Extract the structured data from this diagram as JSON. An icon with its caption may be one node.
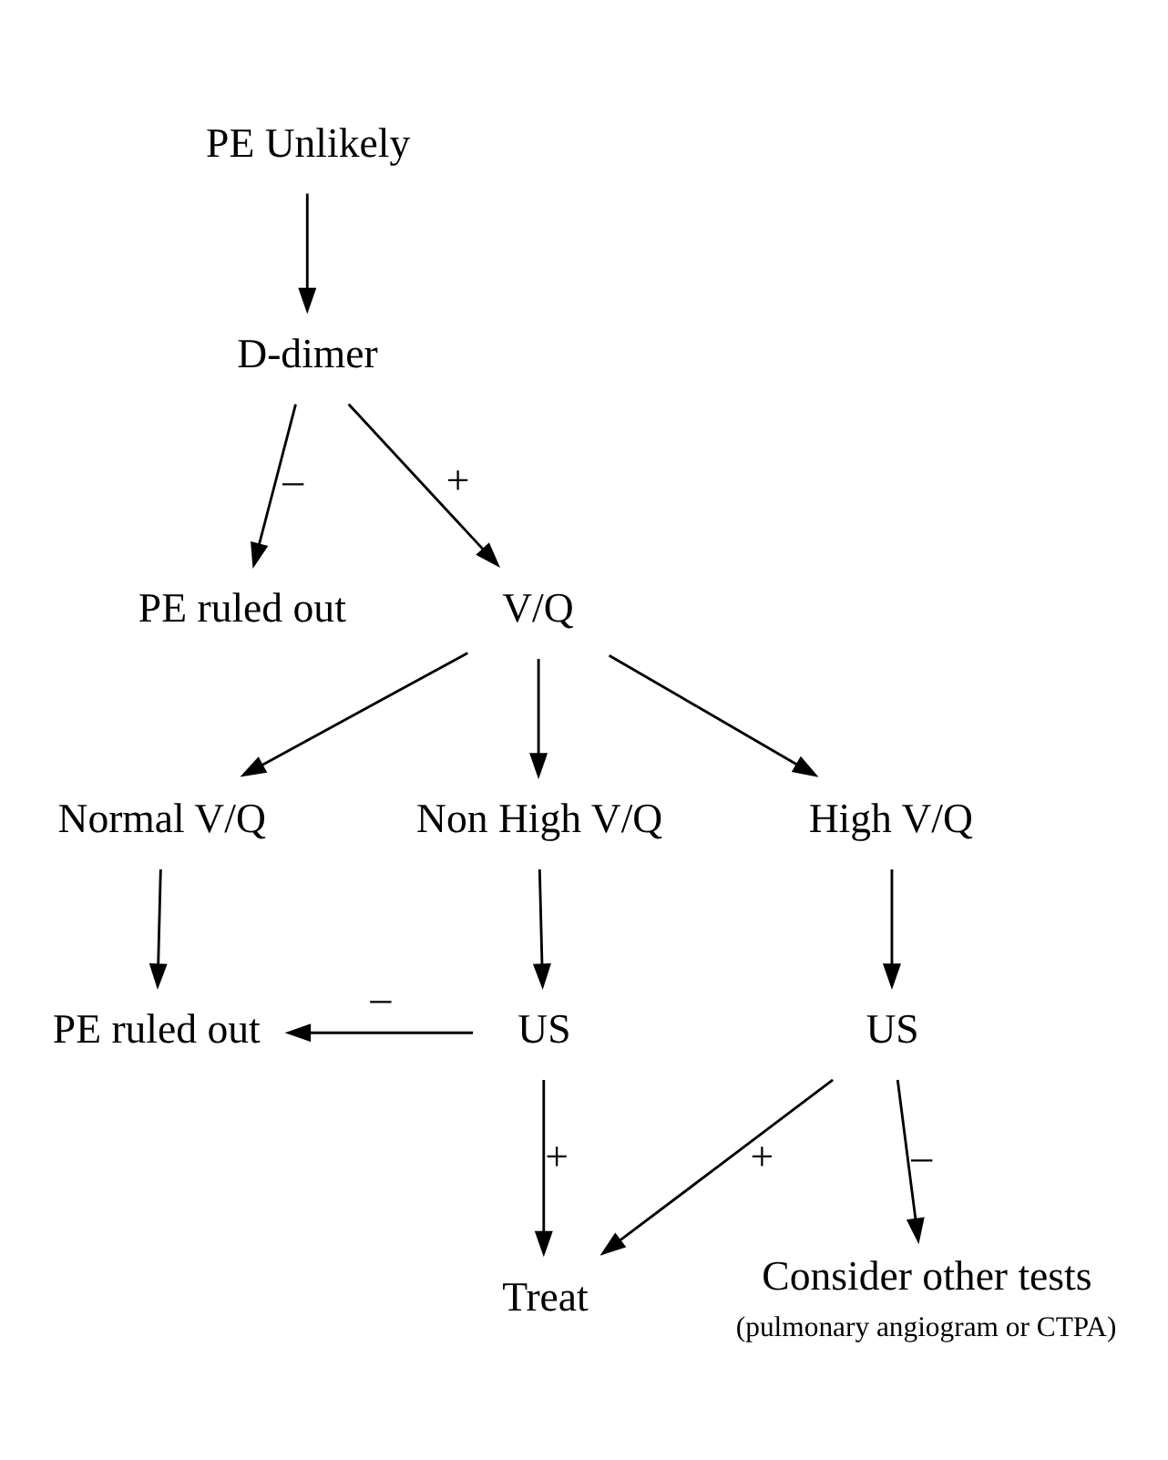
{
  "diagram": {
    "nodes": [
      {
        "text": [
          "PE Unlikely"
        ]
      },
      {
        "text": [
          "D-dimer"
        ]
      },
      {
        "text": [
          "PE ruled out"
        ]
      },
      {
        "text": [
          "V/Q"
        ]
      },
      {
        "text": [
          "Normal V/Q"
        ]
      },
      {
        "text": [
          "Non High V/Q"
        ]
      },
      {
        "text": [
          "High V/Q"
        ]
      },
      {
        "text": [
          "PE ruled out"
        ]
      },
      {
        "text": [
          "US"
        ]
      },
      {
        "text": [
          "US"
        ]
      },
      {
        "text": [
          "Treat"
        ]
      },
      {
        "text": [
          "Consider other tests"
        ],
        "beside": [
          "(pulmonary angiogram or CTPA)"
        ]
      }
    ],
    "edges": [
      {
        "from": 0,
        "to": 1,
        "arrow": "to"
      },
      {
        "from": 1,
        "to": 2,
        "arrow": "to",
        "label": "–"
      },
      {
        "from": 1,
        "to": 3,
        "arrow": "to",
        "label": "+"
      },
      {
        "from": 3,
        "to": 4,
        "arrow": "to"
      },
      {
        "from": 3,
        "to": 5,
        "arrow": "to"
      },
      {
        "from": 3,
        "to": 6,
        "arrow": "to"
      },
      {
        "from": 4,
        "to": 7,
        "arrow": "to"
      },
      {
        "from": 5,
        "to": 8,
        "arrow": "to"
      },
      {
        "from": 8,
        "to": 7,
        "arrow": "to",
        "label": "–"
      },
      {
        "from": 6,
        "to": 9,
        "arrow": "to"
      },
      {
        "from": 8,
        "to": 10,
        "arrow": "to",
        "label": "+"
      },
      {
        "from": 9,
        "to": 10,
        "arrow": "to",
        "label": "+"
      },
      {
        "from": 9,
        "to": 11,
        "arrow": "to",
        "label": "–"
      }
    ]
  }
}
